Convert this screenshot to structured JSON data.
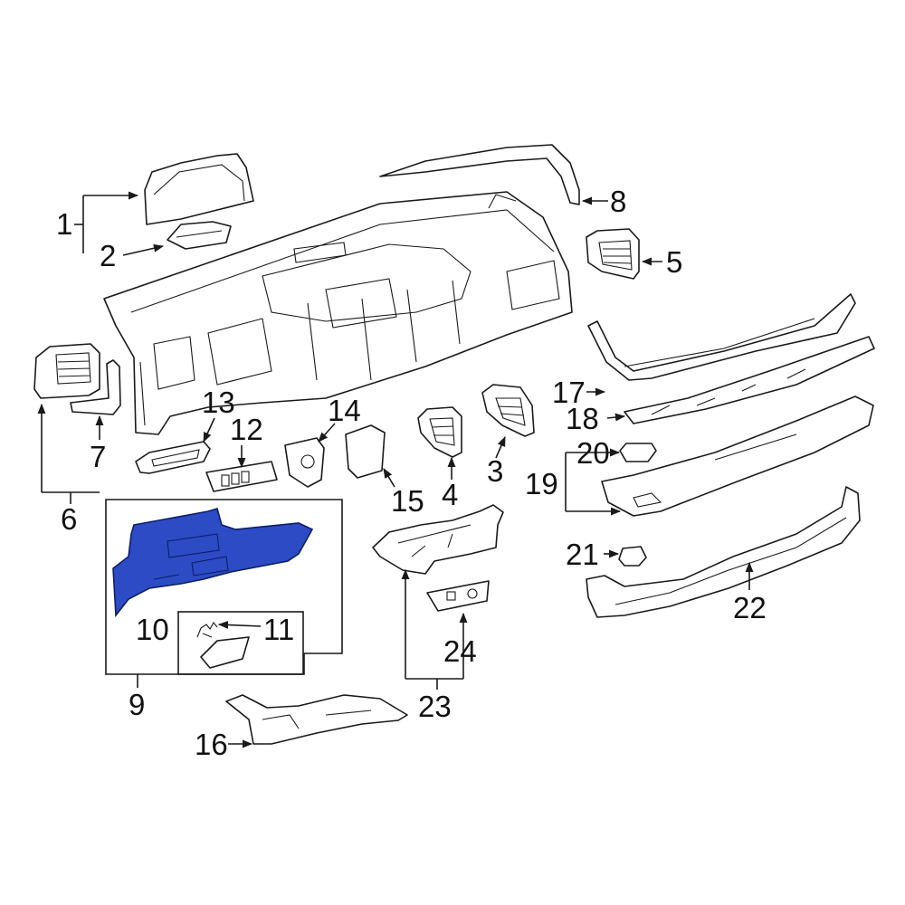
{
  "highlight_color": "#2c4bc4",
  "callouts": {
    "c1": "1",
    "c2": "2",
    "c3": "3",
    "c4": "4",
    "c5": "5",
    "c6": "6",
    "c7": "7",
    "c8": "8",
    "c9": "9",
    "c10": "10",
    "c11": "11",
    "c12": "12",
    "c13": "13",
    "c14": "14",
    "c15": "15",
    "c16": "16",
    "c17": "17",
    "c18": "18",
    "c19": "19",
    "c20": "20",
    "c21": "21",
    "c22": "22",
    "c23": "23",
    "c24": "24"
  }
}
